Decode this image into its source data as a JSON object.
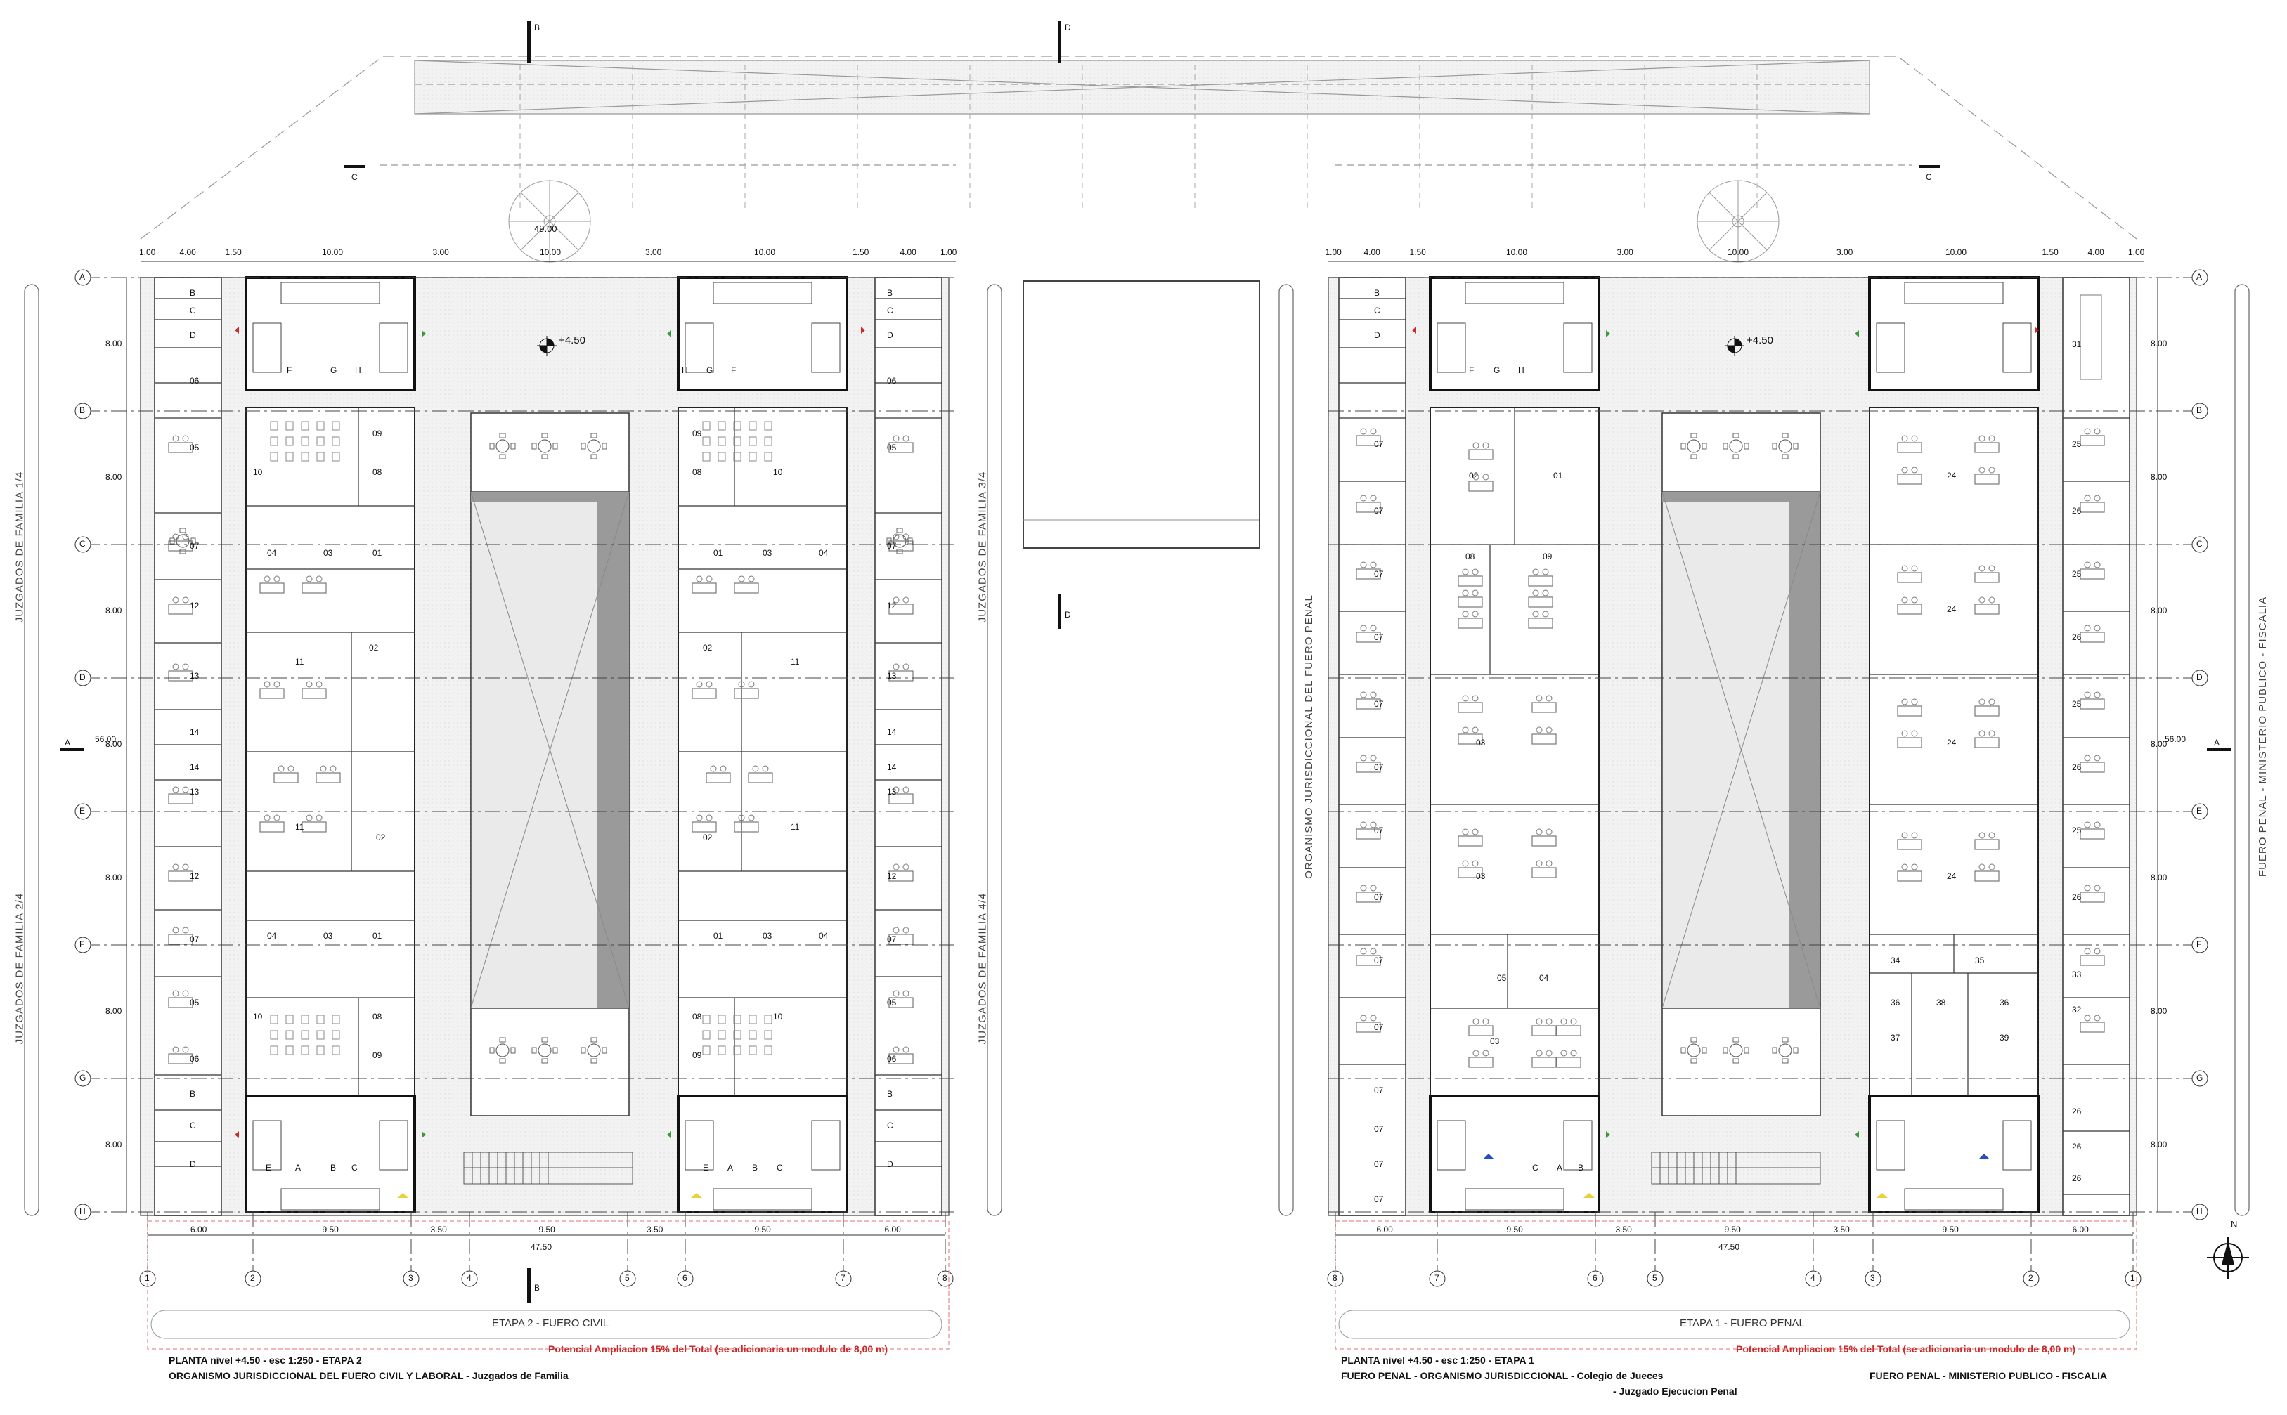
{
  "overall_dim": "49.00",
  "left_wing": {
    "name_top_left": "JUZGADOS DE FAMILIA 1/4",
    "name_bottom_left": "JUZGADOS DE FAMILIA 2/4",
    "name_top_right": "JUZGADOS DE FAMILIA 3/4",
    "name_bottom_right": "JUZGADOS DE FAMILIA 4/4",
    "level_mark": "+4.50",
    "top_dims": [
      "1.00",
      "4.00",
      "1.50",
      "10.00",
      "3.00",
      "10.00",
      "3.00",
      "10.00",
      "1.50",
      "4.00",
      "1.00"
    ],
    "bottom_dims": [
      "6.00",
      "9.50",
      "3.50",
      "9.50",
      "3.50",
      "9.50",
      "6.00"
    ],
    "bottom_total": "47.50",
    "axes": [
      "1",
      "2",
      "3",
      "4",
      "5",
      "6",
      "7",
      "8"
    ],
    "stage": "ETAPA 2 - FUERO CIVIL",
    "caption_1": "PLANTA nivel +4.50 - esc 1:250 - ETAPA 2",
    "caption_2": "ORGANISMO JURISDICCIONAL DEL FUERO CIVIL Y LABORAL - Juzgados de Familia",
    "expansion_note": "Potencial Ampliacion 15% del Total (se adicionaria un modulo de 8,00 m)"
  },
  "right_wing": {
    "name_left": "ORGANISMO JURISDICCIONAL DEL FUERO PENAL",
    "name_right": "FUERO PENAL - MINISTERIO PUBLICO - FISCALIA",
    "level_mark": "+4.50",
    "top_dims": [
      "1.00",
      "4.00",
      "1.50",
      "10.00",
      "3.00",
      "10.00",
      "3.00",
      "10.00",
      "1.50",
      "4.00",
      "1.00"
    ],
    "bottom_dims": [
      "6.00",
      "9.50",
      "3.50",
      "9.50",
      "3.50",
      "9.50",
      "6.00"
    ],
    "bottom_total": "47.50",
    "axes": [
      "8",
      "7",
      "6",
      "5",
      "4",
      "3",
      "2",
      "1"
    ],
    "stage": "ETAPA 1 - FUERO PENAL",
    "caption_1": "PLANTA nivel +4.50 - esc 1:250 - ETAPA 1",
    "caption_2": "FUERO PENAL - ORGANISMO JURISDICCIONAL - Colegio de Jueces",
    "caption_3": "- Juzgado Ejecucion Penal",
    "caption_4": "FUERO PENAL - MINISTERIO PUBLICO - FISCALIA",
    "expansion_note": "Potencial Ampliacion 15% del Total (se adicionaria un modulo de 8,00 m)"
  },
  "grid_rows": [
    "A",
    "B",
    "C",
    "D",
    "E",
    "F",
    "G",
    "H"
  ],
  "row_dims": [
    "8.00",
    "8.00",
    "8.00",
    "8.00",
    "8.00",
    "8.00",
    "8.00"
  ],
  "total_height": "56.00",
  "section_marks": {
    "b": "B",
    "c": "C",
    "d": "D",
    "a": "A"
  },
  "north": "N",
  "room_numbers_left": {
    "side_top": [
      "B",
      "C",
      "D",
      "06",
      "05",
      "07",
      "12",
      "13",
      "14"
    ],
    "side_bottom": [
      "14",
      "13",
      "12",
      "07",
      "05",
      "06",
      "B",
      "C",
      "D"
    ],
    "core_top": [
      "F",
      "G",
      "H"
    ],
    "core_bottom": [
      "E",
      "A",
      "B",
      "C"
    ],
    "block_top": [
      "10",
      "09",
      "08",
      "04",
      "03",
      "01",
      "11",
      "02"
    ],
    "block_bottom": [
      "11",
      "02",
      "04",
      "03",
      "01",
      "10",
      "08",
      "09"
    ]
  },
  "room_numbers_right": {
    "left_side": [
      "B",
      "C",
      "D",
      "07",
      "07",
      "07",
      "07",
      "07",
      "07",
      "07",
      "07",
      "07",
      "07",
      "07",
      "07",
      "07",
      "07"
    ],
    "block_left": [
      "02",
      "01",
      "08",
      "09",
      "03",
      "03",
      "05",
      "04",
      "03"
    ],
    "block_right": [
      "24",
      "24",
      "24",
      "24",
      "34",
      "35",
      "36",
      "38",
      "36",
      "37",
      "39"
    ],
    "right_side": [
      "31",
      "25",
      "26",
      "25",
      "26",
      "25",
      "26",
      "25",
      "26",
      "33",
      "32",
      "26",
      "26",
      "26"
    ],
    "core": [
      "F",
      "G",
      "H",
      "C",
      "A",
      "B"
    ]
  },
  "colors": {
    "line": "#222222",
    "light": "#888888",
    "fill": "#efefef",
    "court": "#e9e9e9",
    "void_dark": "#9a9a9a",
    "red": "#cc2a2a",
    "green": "#3a9a3a",
    "blue": "#2a4ac8",
    "yellow": "#e8d23a"
  }
}
